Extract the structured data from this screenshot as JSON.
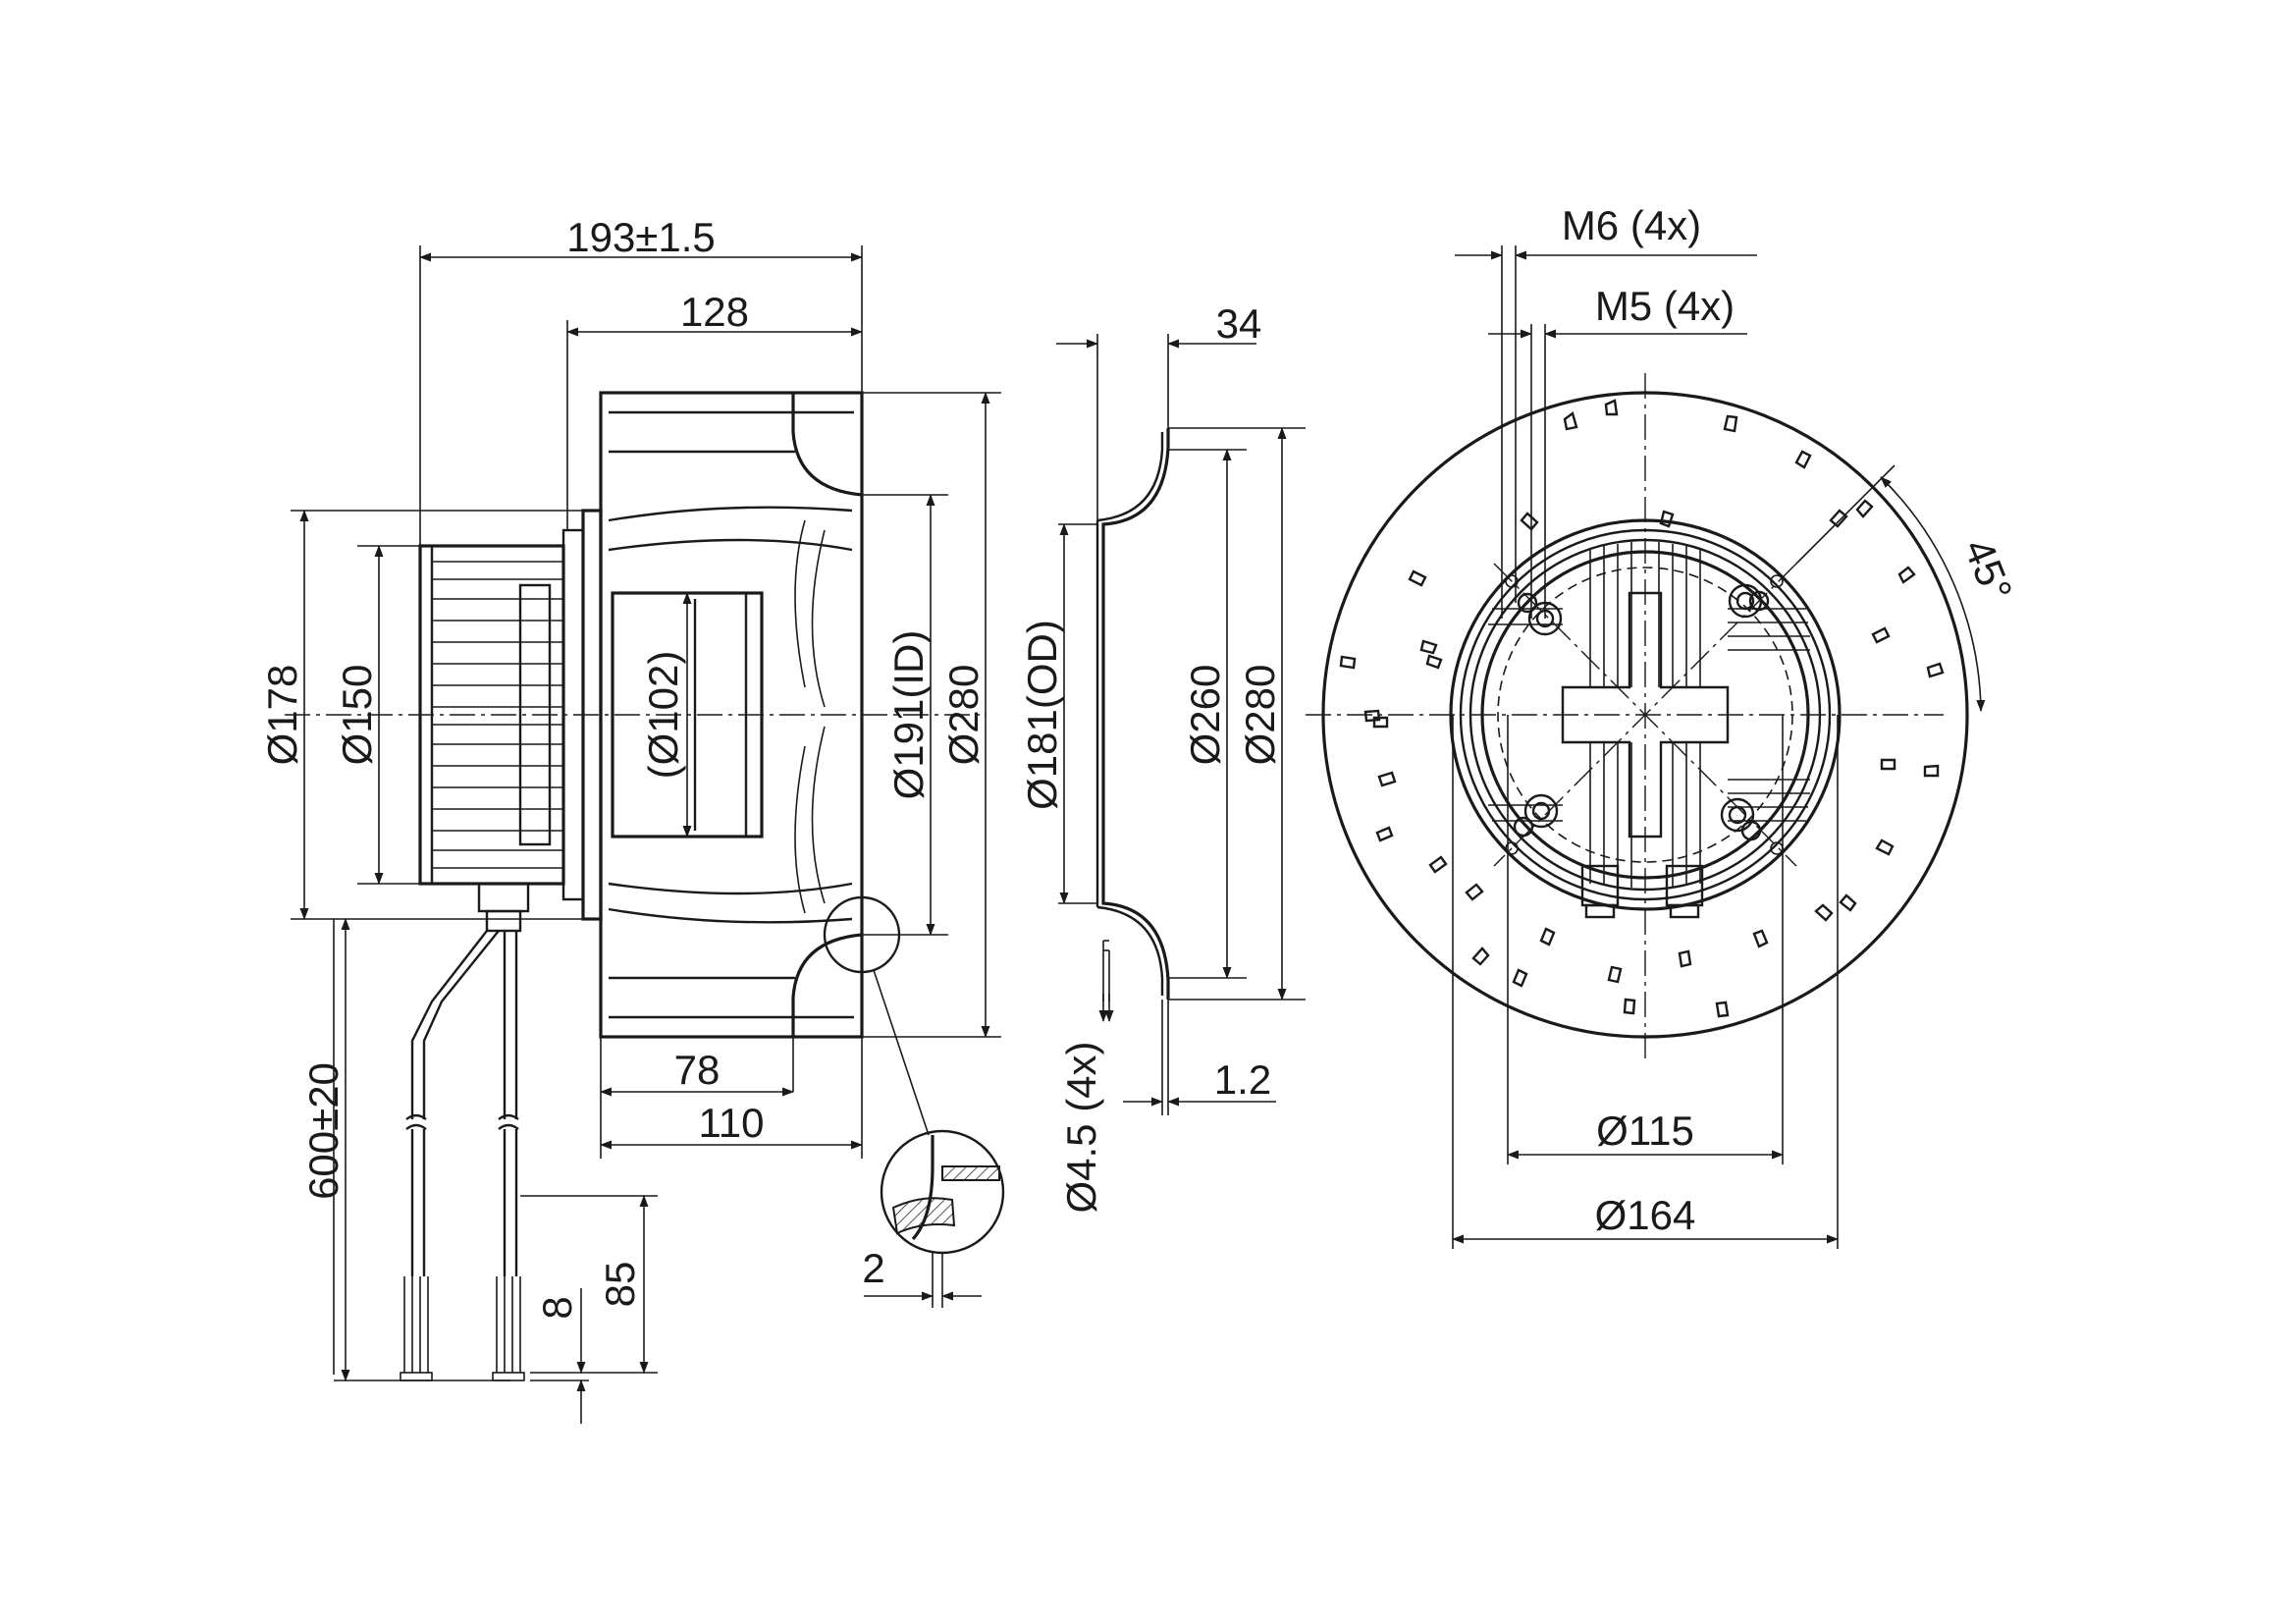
{
  "drawing": {
    "side_view": {
      "overall_length": "193±1.5",
      "impeller_length": "128",
      "width_78": "78",
      "width_110": "110",
      "dia_178": "Ø178",
      "dia_150": "Ø150",
      "dia_102": "(Ø102)",
      "dia_191_id": "Ø191(ID)",
      "dia_280": "Ø280",
      "cable_length": "600±20",
      "strip_85": "85",
      "strip_8": "8",
      "detail_2": "2"
    },
    "inlet_ring_view": {
      "depth_34": "34",
      "dia_181_od": "Ø181(OD)",
      "dia_260": "Ø260",
      "dia_280": "Ø280",
      "holes": "Ø4.5 (4x)",
      "thickness": "1.2"
    },
    "front_view": {
      "thread_m6": "M6 (4x)",
      "thread_m5": "M5 (4x)",
      "angle": "45°",
      "dia_115": "Ø115",
      "dia_164": "Ø164"
    }
  }
}
